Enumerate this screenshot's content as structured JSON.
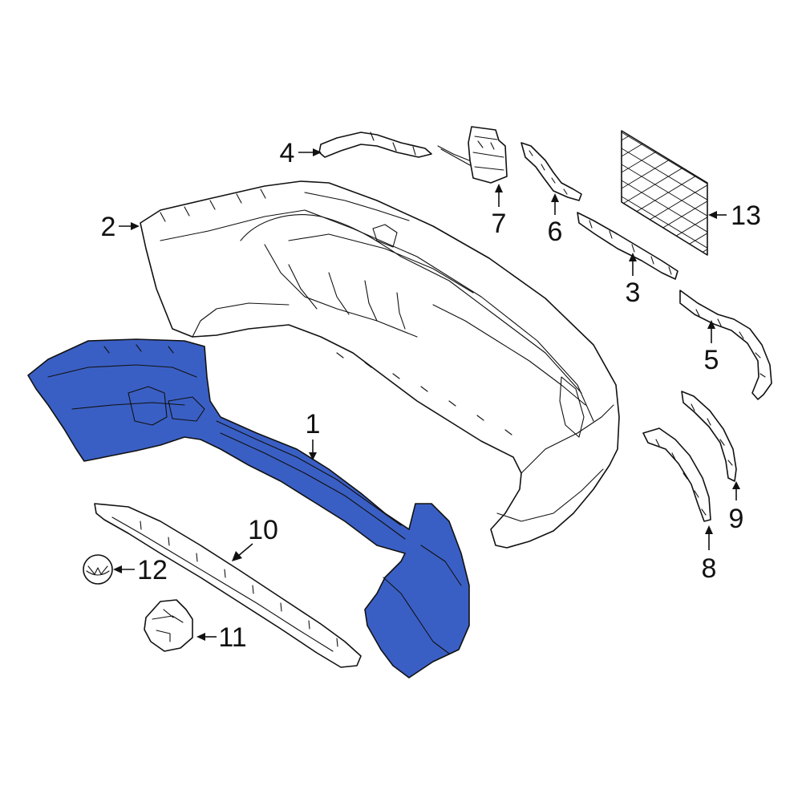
{
  "highlight_color": "#3a5fc4",
  "callouts": {
    "c1": "1",
    "c2": "2",
    "c3": "3",
    "c4": "4",
    "c5": "5",
    "c6": "6",
    "c7": "7",
    "c8": "8",
    "c9": "9",
    "c10": "10",
    "c11": "11",
    "c12": "12",
    "c13": "13"
  }
}
